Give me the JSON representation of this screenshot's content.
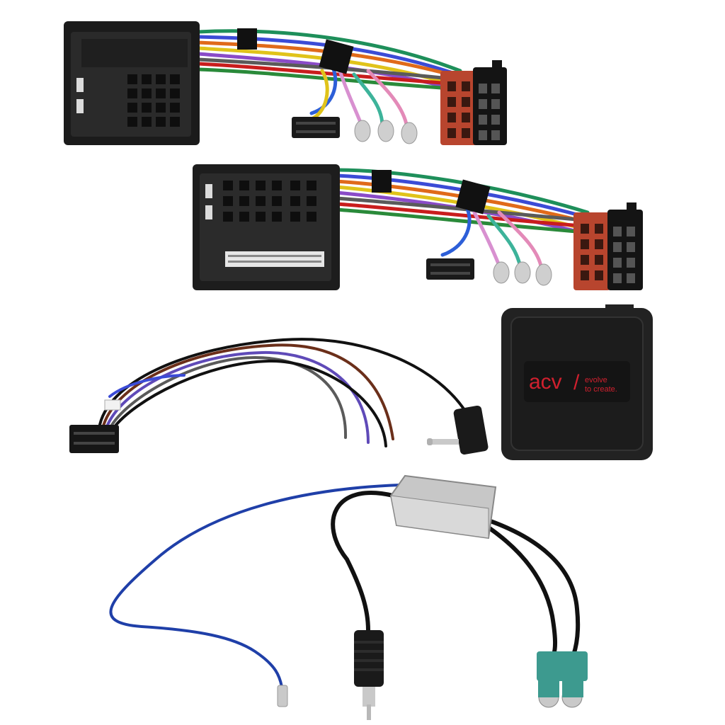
{
  "logo": {
    "brand": "acv",
    "slogan_line1": "evolve",
    "slogan_line2": "to create."
  },
  "colors": {
    "background": "#ffffff",
    "plastic_black": "#1c1c1c",
    "iso_connector_red": "#b8452e",
    "fakra_connector_teal": "#3d9a8f",
    "antenna_blue_wire": "#1f3fa8",
    "logo_red": "#d0202e"
  },
  "items": [
    {
      "name": "quadlock-harness-1",
      "description_icon": "quadlock-harness-icon"
    },
    {
      "name": "quadlock-harness-2",
      "description_icon": "quadlock-harness-icon"
    },
    {
      "name": "patch-lead",
      "description_icon": "patch-lead-icon"
    },
    {
      "name": "interface-box",
      "description_icon": "interface-box-icon"
    },
    {
      "name": "antenna-adapter",
      "description_icon": "antenna-adapter-icon"
    }
  ]
}
